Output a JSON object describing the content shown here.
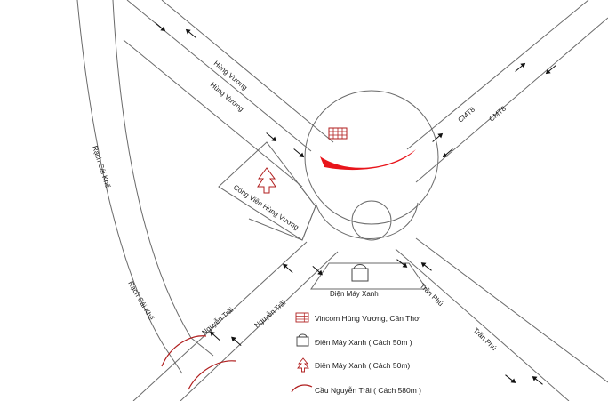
{
  "map": {
    "streets": {
      "hung_vuong_1": "Hùng Vương",
      "hung_vuong_2": "Hùng Vương",
      "cmt8_1": "CMT8",
      "cmt8_2": "CMT8",
      "rach_cai_khe_1": "Rạch Cái Khế",
      "rach_cai_khe_2": "Rạch Cái Khế",
      "nguyen_trai_1": "Nguyễn Trãi",
      "nguyen_trai_2": "Nguyễn Trãi",
      "tran_phu_1": "Trần Phú",
      "tran_phu_2": "Trần Phú"
    },
    "places": {
      "park": "Công Viên Hùng Vương",
      "store": "Điện Máy Xanh"
    },
    "legend": [
      {
        "icon": "building-icon",
        "label": "Vincom Hùng Vương, Cần Thơ"
      },
      {
        "icon": "store-icon",
        "label": "Điện Máy Xanh ( Cách 50m )"
      },
      {
        "icon": "tree-icon",
        "label": "Điện Máy Xanh ( Cách 50m)"
      },
      {
        "icon": "bridge-icon",
        "label": "Cầu Nguyễn Trãi ( Cách 580m )"
      }
    ],
    "colors": {
      "road": "#6a6a6a",
      "highlight": "#e8151b",
      "icon_red": "#b01e1e"
    }
  }
}
